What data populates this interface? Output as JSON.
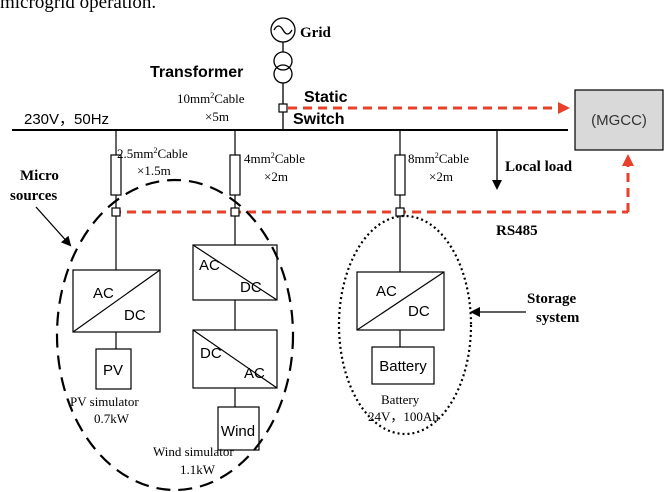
{
  "caption_fragment": "microgrid operation.",
  "grid": {
    "label": "Grid"
  },
  "transformer": {
    "label": "Transformer"
  },
  "main_cable": {
    "size": "10mm",
    "sup": "2",
    "suffix": "Cable",
    "length": "×5m"
  },
  "static_switch": {
    "line1": "Static",
    "line2": "Switch"
  },
  "bus": {
    "label": "230V，50Hz"
  },
  "mgcc": {
    "label": "(MGCC)"
  },
  "local_load": {
    "label": "Local load"
  },
  "rs485": {
    "label": "RS485"
  },
  "micro_sources": {
    "line1": "Micro",
    "line2": "sources"
  },
  "storage_system": {
    "line1": "Storage",
    "line2": "system"
  },
  "cable_pv": {
    "size": "2.5mm",
    "sup": "2",
    "suffix": "Cable",
    "length": "×1.5m"
  },
  "cable_wind": {
    "size": "4mm",
    "sup": "2",
    "suffix": "Cable",
    "length": "×2m"
  },
  "cable_storage": {
    "size": "8mm",
    "sup": "2",
    "suffix": "Cable",
    "length": "×2m"
  },
  "pv_converter": {
    "top": "AC",
    "bottom": "DC"
  },
  "wind_converter_1": {
    "top": "AC",
    "bottom": "DC"
  },
  "wind_converter_2": {
    "top": "DC",
    "bottom": "AC"
  },
  "storage_converter": {
    "top": "AC",
    "bottom": "DC"
  },
  "pv_box": {
    "label": "PV"
  },
  "wind_box": {
    "label": "Wind"
  },
  "battery_box": {
    "label": "Battery"
  },
  "pv_caption": {
    "line1": "PV simulator",
    "line2": "0.7kW"
  },
  "wind_caption": {
    "line1": "Wind simulator",
    "line2": "1.1kW"
  },
  "battery_caption": {
    "line1": "Battery",
    "line2": "24V，100Ah"
  },
  "colors": {
    "line": "#000000",
    "comm": "#e8402a",
    "mgcc_fill": "#d9d9d9"
  }
}
